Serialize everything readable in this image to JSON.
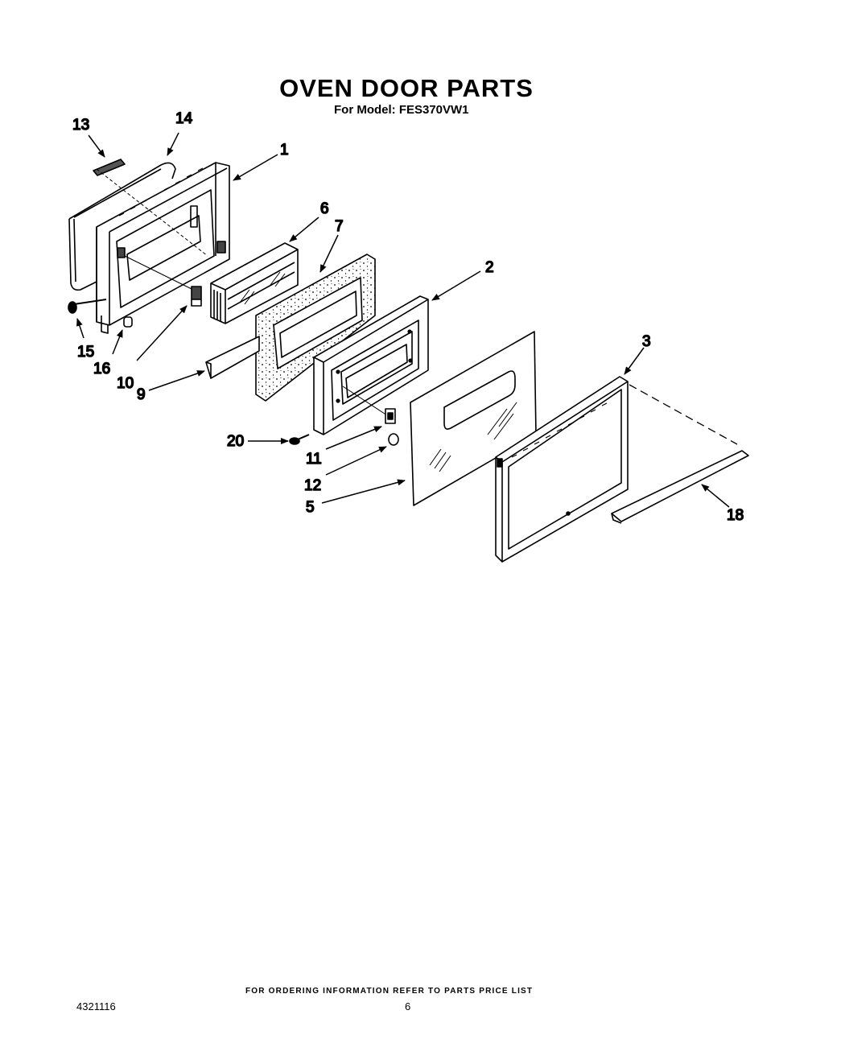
{
  "page": {
    "title": "OVEN DOOR PARTS",
    "subtitle": "For Model: FES370VW1",
    "footer_note": "FOR ORDERING INFORMATION REFER TO PARTS PRICE LIST",
    "document_number": "4321116",
    "page_number": "6"
  },
  "callouts": {
    "c1": "1",
    "c2": "2",
    "c3": "3",
    "c5": "5",
    "c6": "6",
    "c7": "7",
    "c9": "9",
    "c10": "10",
    "c11": "11",
    "c12": "12",
    "c13": "13",
    "c14": "14",
    "c15": "15",
    "c16": "16",
    "c18": "18",
    "c20": "20"
  }
}
